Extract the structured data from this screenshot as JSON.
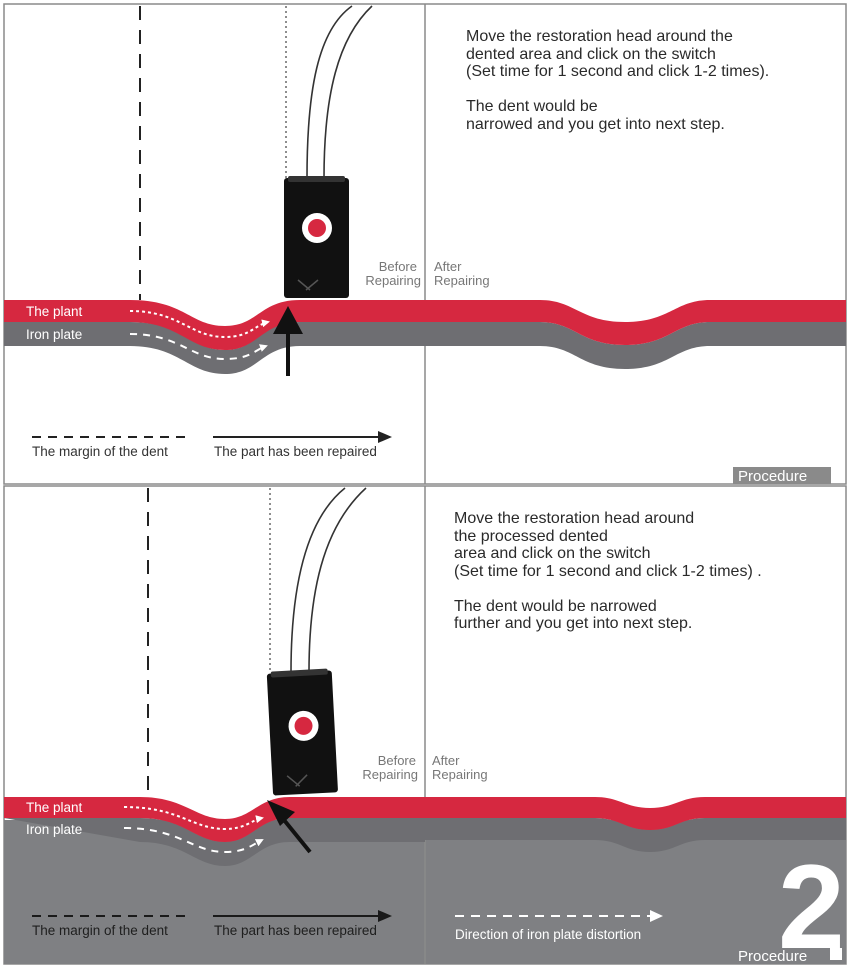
{
  "panels": [
    {
      "instructions": "Move the restoration head around the\ndented area and click on the switch\n(Set time for 1 second and click 1-2 times).\n\nThe dent would be\nnarrowed and you get into next step.",
      "before_label": [
        "Before",
        "Repairing"
      ],
      "after_label": [
        "After",
        "Repairing"
      ],
      "plant_label": "The plant",
      "iron_label": "Iron plate",
      "legend_margin": "The margin of the dent",
      "legend_repaired": "The part has been repaired",
      "procedure_label": "Procedure"
    },
    {
      "instructions": "Move the restoration head around\nthe processed dented\narea and click on the switch\n(Set time for 1 second and click 1-2 times) .\n\nThe dent would be narrowed\nfurther and you get into next step.",
      "before_label": [
        "Before",
        "Repairing"
      ],
      "after_label": [
        "After",
        "Repairing"
      ],
      "plant_label": "The plant",
      "iron_label": "Iron plate",
      "legend_margin": "The margin of the dent",
      "legend_repaired": "The part has been repaired",
      "legend_direction": "Direction of iron plate distortion",
      "procedure_label": "Procedure",
      "procedure_number": "2"
    }
  ],
  "colors": {
    "plant_red": "#d62840",
    "iron_gray": "#6e6e72",
    "lower_band_gray": "#7f8083",
    "frame": "#8a8a8a",
    "device_black": "#111111",
    "text": "#2a2a2a"
  }
}
